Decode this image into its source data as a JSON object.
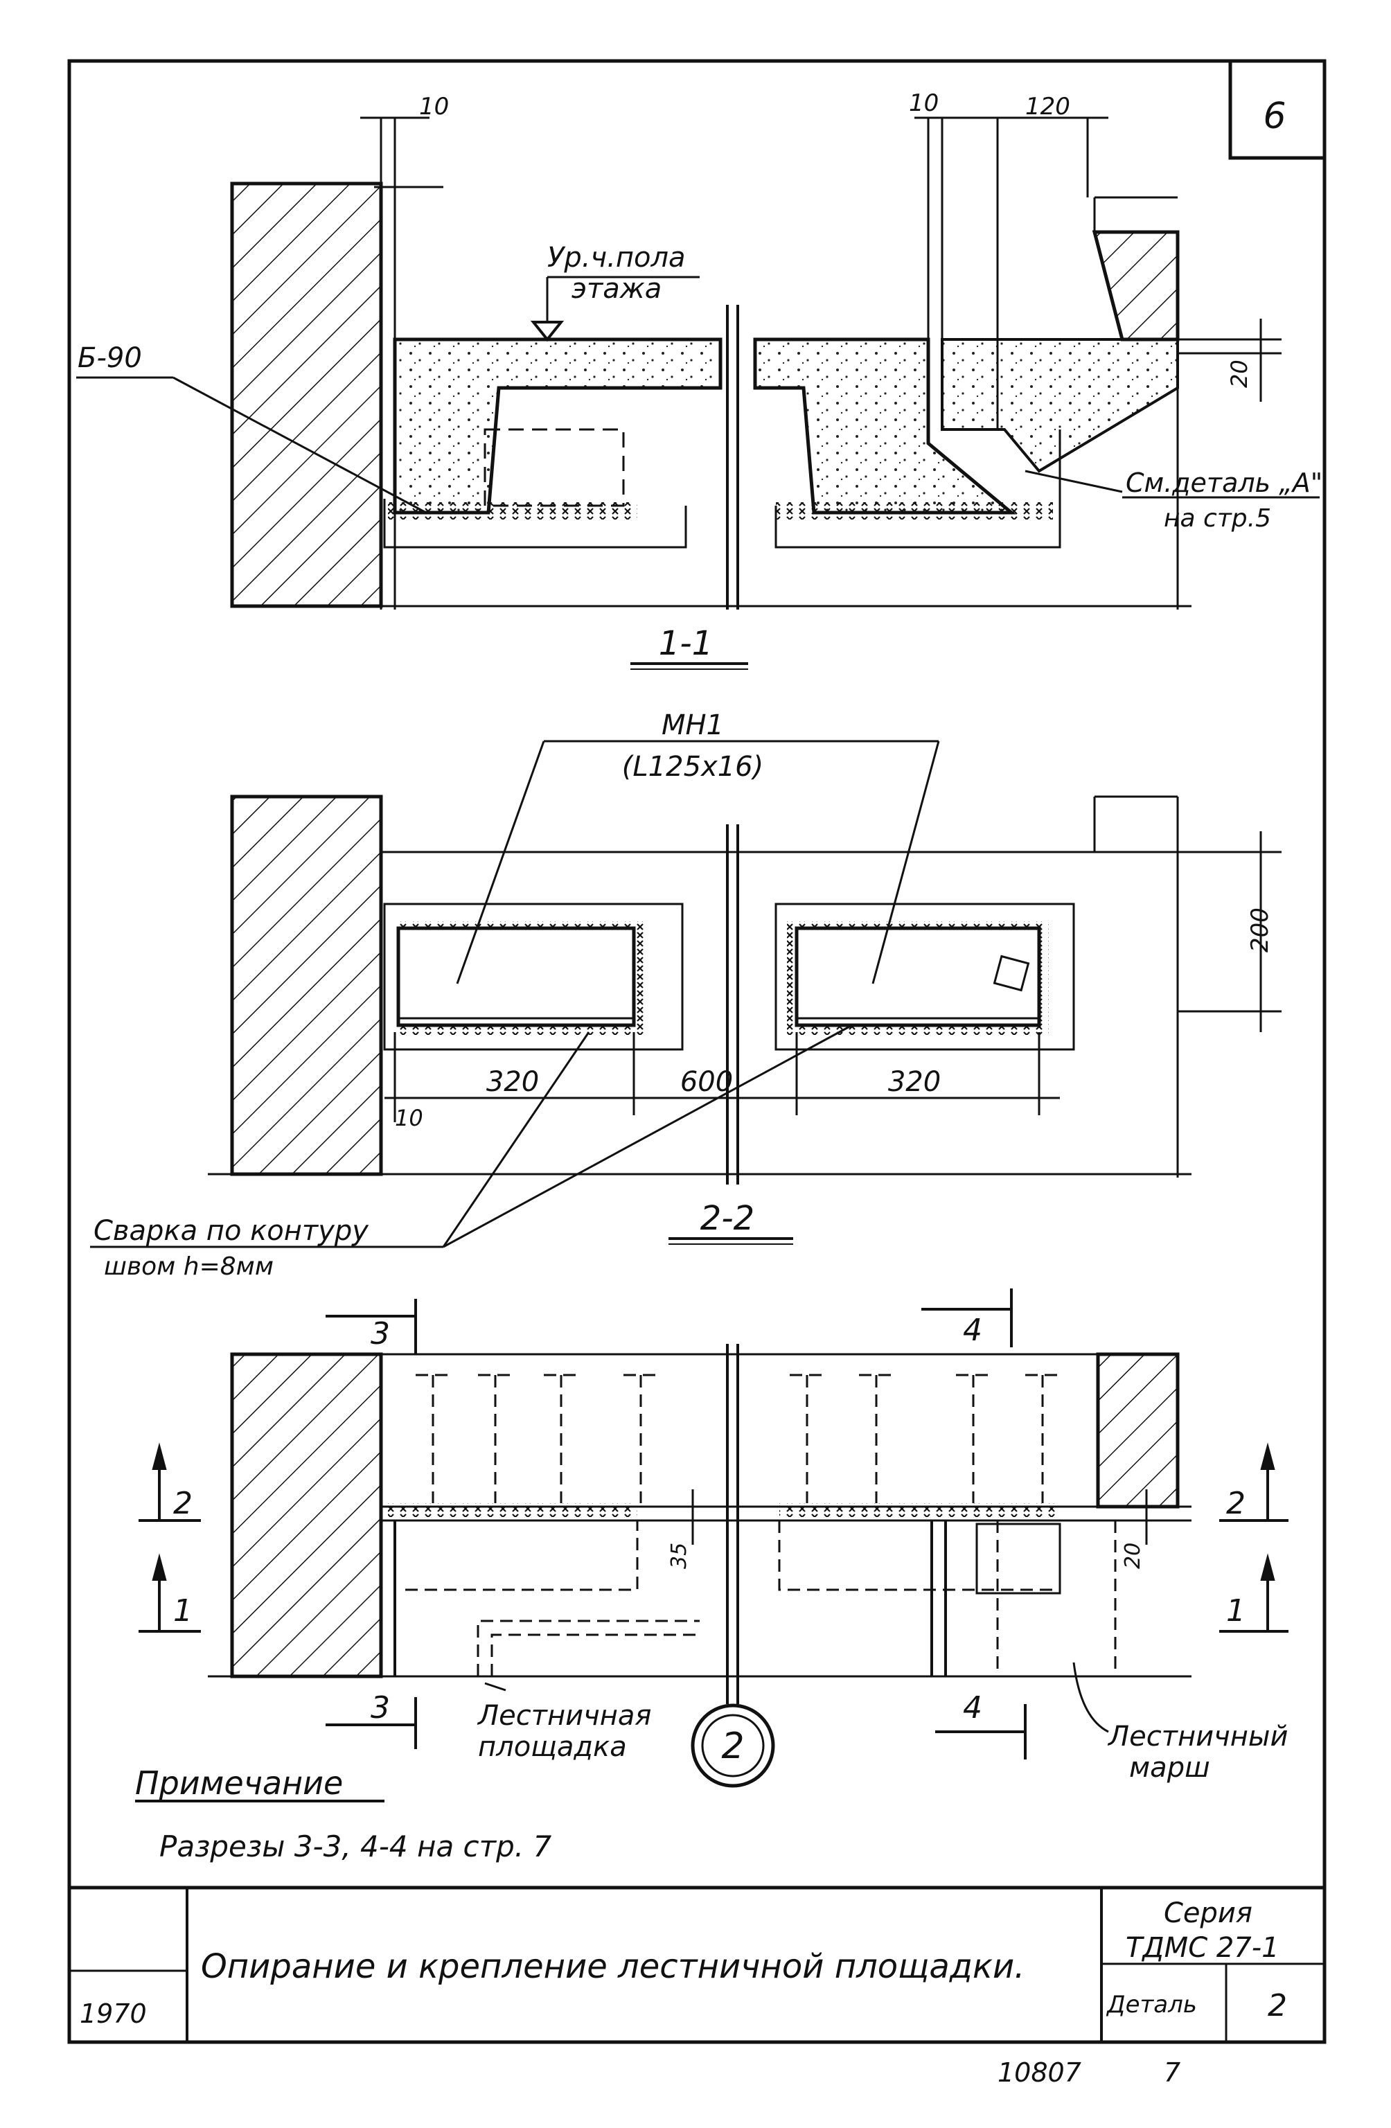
{
  "sheet_number": "6",
  "section_1_1": {
    "title": "1-1",
    "dims": {
      "gap_left": "10",
      "gap_right": "10",
      "width": "120",
      "step": "20"
    },
    "level_label_1": "Ур.ч.пола",
    "level_label_2": "этажа",
    "part_label": "Б-90",
    "ref_label_1": "См.деталь „А\"",
    "ref_label_2": "на стр.5"
  },
  "section_2_2": {
    "title": "2-2",
    "part_label_1": "МН1",
    "part_label_2": "(L125x16)",
    "dims": {
      "height": "200",
      "left_len": "320",
      "gap": "600",
      "right_len": "320",
      "offset": "10"
    },
    "weld_label_1": "Сварка по контуру",
    "weld_label_2": "швом h=8мм"
  },
  "plan": {
    "mark_3": "3",
    "mark_4": "4",
    "mark_2": "2",
    "mark_1": "1",
    "dim_35": "35",
    "dim_20": "20",
    "landing_label_1": "Лестничная",
    "landing_label_2": "площадка",
    "flight_label_1": "Лестничный",
    "flight_label_2": "марш",
    "circle_mark": "2"
  },
  "note": {
    "title": "Примечание",
    "text": "Разрезы 3-3, 4-4 на стр. 7"
  },
  "title_block": {
    "year": "1970",
    "title": "Опирание и крепление лестничной площадки.",
    "series_label": "Серия",
    "series_value": "ТДМС 27-1",
    "detail_label": "Деталь",
    "detail_value": "2"
  },
  "footer": {
    "doc_number": "10807",
    "page": "7"
  }
}
